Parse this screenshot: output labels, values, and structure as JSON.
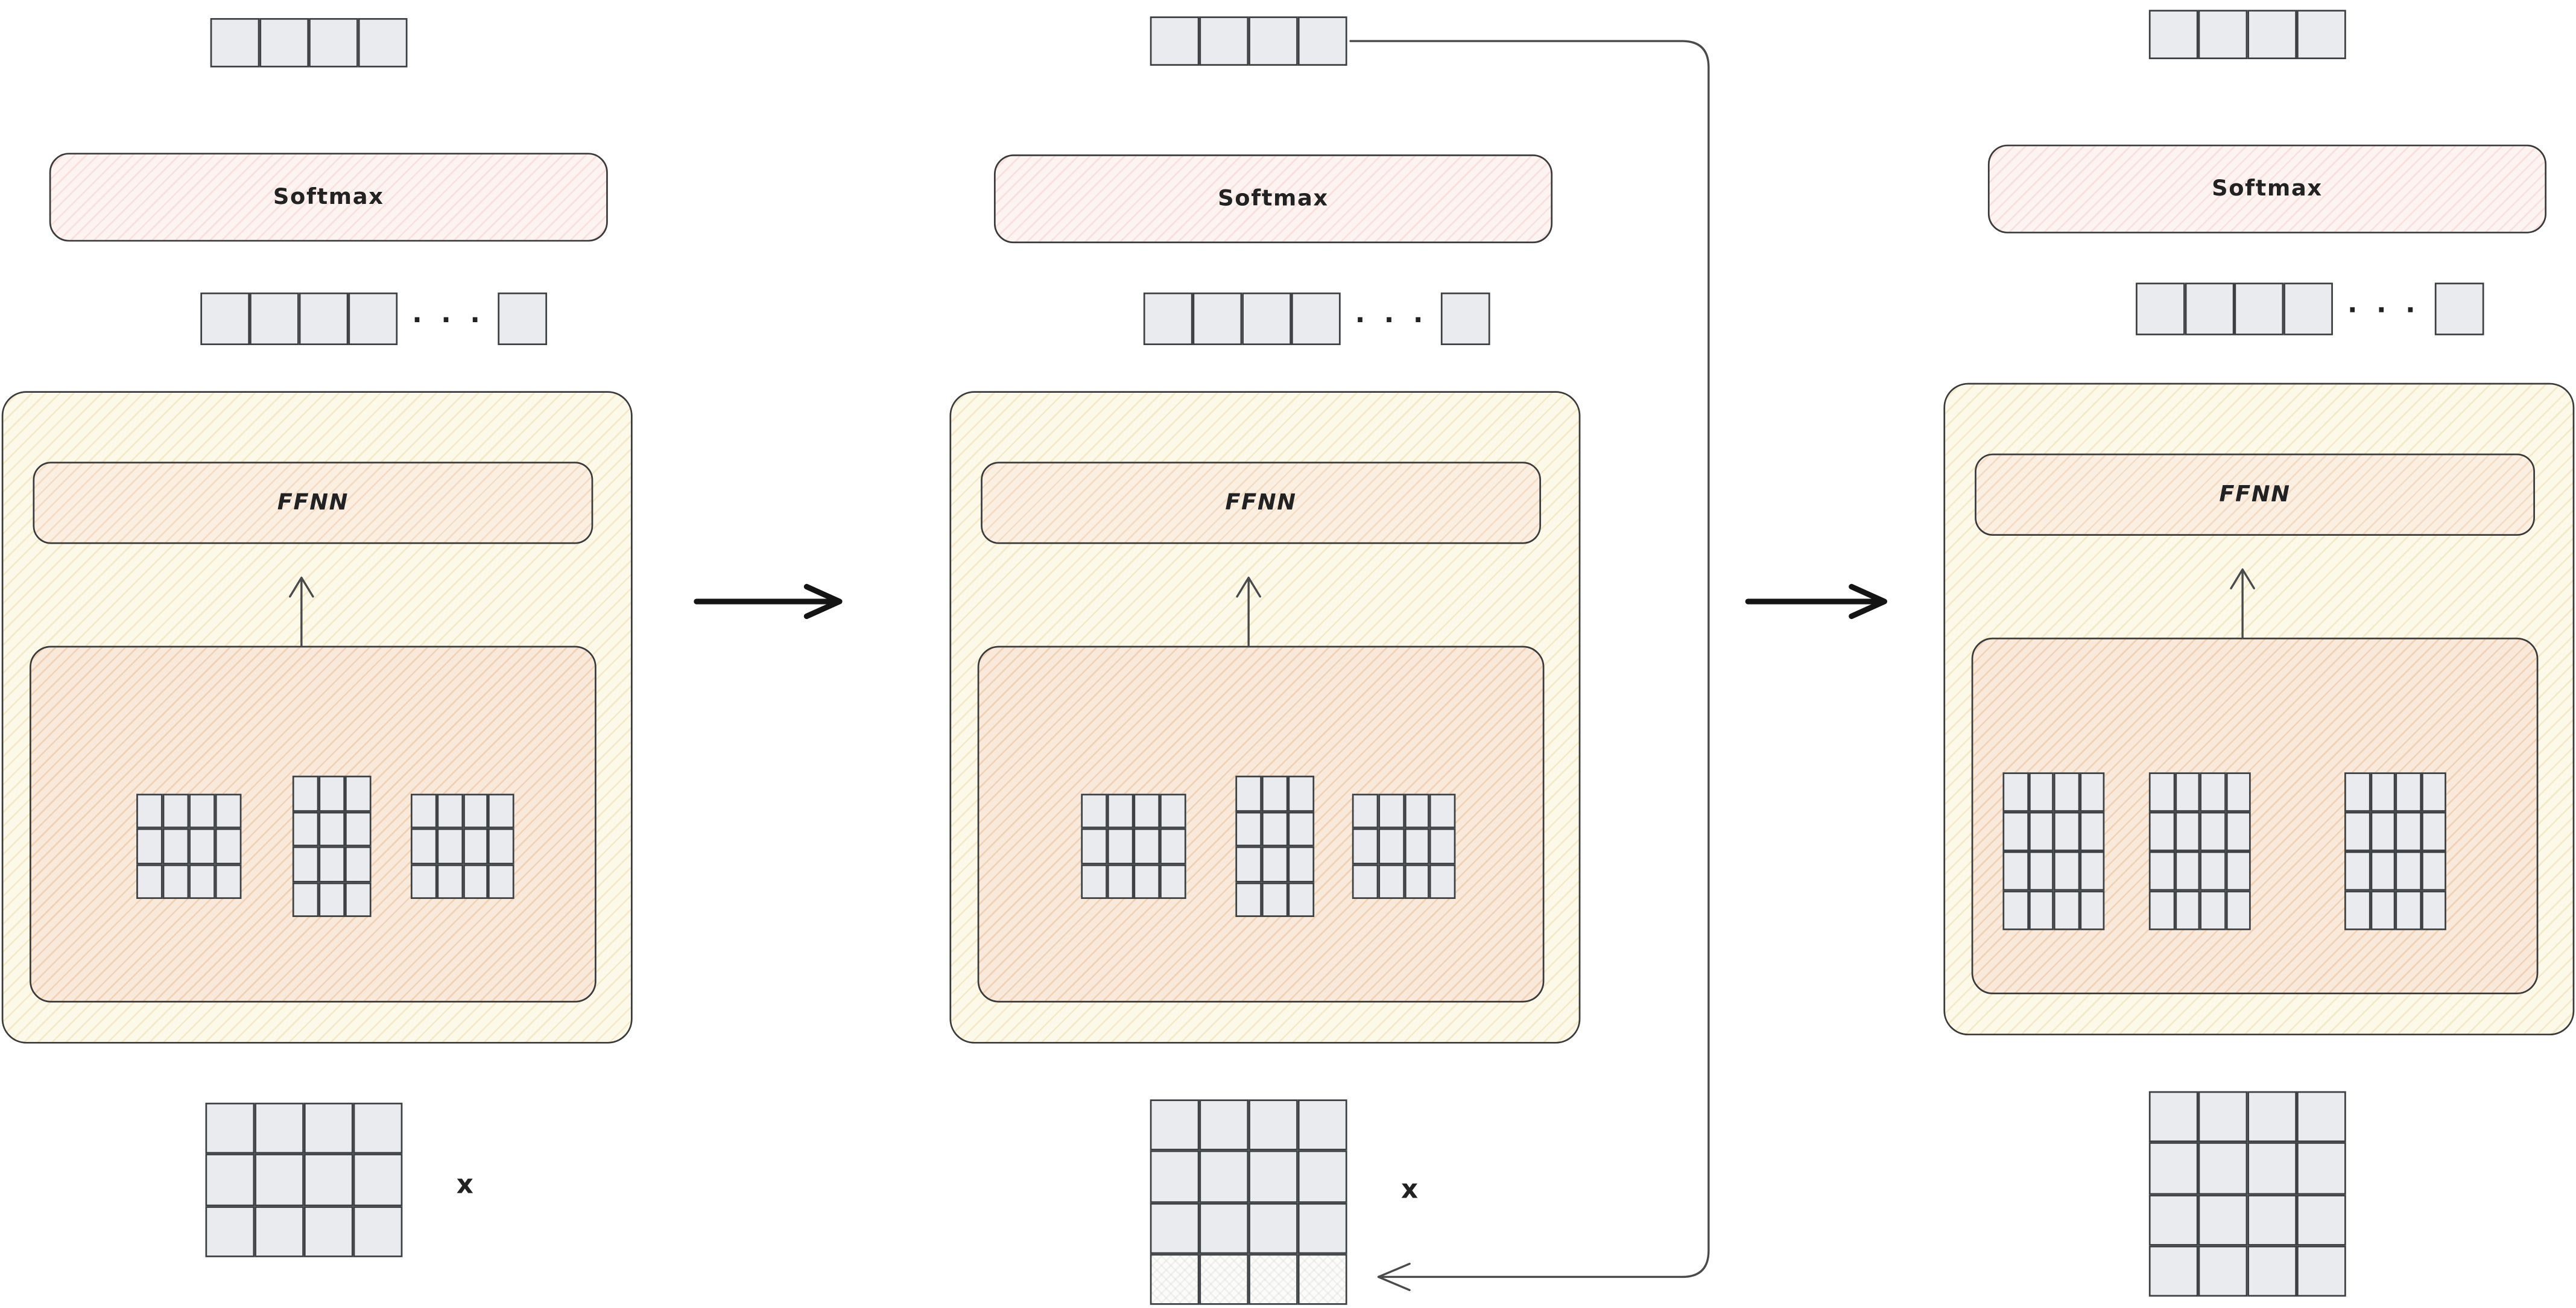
{
  "shared": {
    "ellipsis": "· · ·"
  },
  "colors": {
    "bg": "#ffffff",
    "panel-fill": "#fcf9e9",
    "panel-hatch": "rgba(213,181,92,0.22)",
    "ffnn-fill": "#fbefe2",
    "ffnn-hatch": "rgba(214,150,92,0.22)",
    "attn-fill": "#f9e9da",
    "attn-hatch": "rgba(216,142,82,0.26)",
    "softmax-fill": "#fdf4f2",
    "softmax-hatch": "rgba(214,120,120,0.16)",
    "cell-fill": "#e9ebef",
    "appended-fill": "#fbfbf9",
    "cell-border": "#3c4043",
    "box-border": "#3a3a3a",
    "arrow-bold": "#141414",
    "arrow-thin": "#4a4a4a",
    "text": "#222222"
  },
  "connectors": {
    "step1_to_step2": "arrow-right",
    "step2_to_step3": "arrow-right",
    "feedback_loop": "output token appended to input matrix"
  },
  "panels": [
    {
      "id": "iteration-1",
      "softmax_label": "Softmax",
      "ffnn_label": "FFNN",
      "output_vector": {
        "rows": 1,
        "cols": 4
      },
      "logits_vector": {
        "rows": 1,
        "cols": 4
      },
      "logits_tail": {
        "rows": 1,
        "cols": 1
      },
      "weight_grids": [
        {
          "rows": 3,
          "cols": 4
        },
        {
          "rows": 4,
          "cols": 3
        },
        {
          "rows": 3,
          "cols": 4
        }
      ],
      "input_matrix": {
        "rows": 3,
        "cols": 4,
        "appended_row": false
      },
      "input_label": "x"
    },
    {
      "id": "iteration-2",
      "softmax_label": "Softmax",
      "ffnn_label": "FFNN",
      "output_vector": {
        "rows": 1,
        "cols": 4
      },
      "logits_vector": {
        "rows": 1,
        "cols": 4
      },
      "logits_tail": {
        "rows": 1,
        "cols": 1
      },
      "weight_grids": [
        {
          "rows": 3,
          "cols": 4
        },
        {
          "rows": 4,
          "cols": 3
        },
        {
          "rows": 3,
          "cols": 4
        }
      ],
      "input_matrix": {
        "rows": 4,
        "cols": 4,
        "appended_row": true
      },
      "input_label": "x"
    },
    {
      "id": "iteration-3",
      "softmax_label": "Softmax",
      "ffnn_label": "FFNN",
      "output_vector": {
        "rows": 1,
        "cols": 4
      },
      "logits_vector": {
        "rows": 1,
        "cols": 4
      },
      "logits_tail": {
        "rows": 1,
        "cols": 1
      },
      "weight_grids": [
        {
          "rows": 4,
          "cols": 4
        },
        {
          "rows": 4,
          "cols": 4
        },
        {
          "rows": 4,
          "cols": 4
        }
      ],
      "input_matrix": {
        "rows": 4,
        "cols": 4,
        "appended_row": false
      },
      "input_label": ""
    }
  ]
}
